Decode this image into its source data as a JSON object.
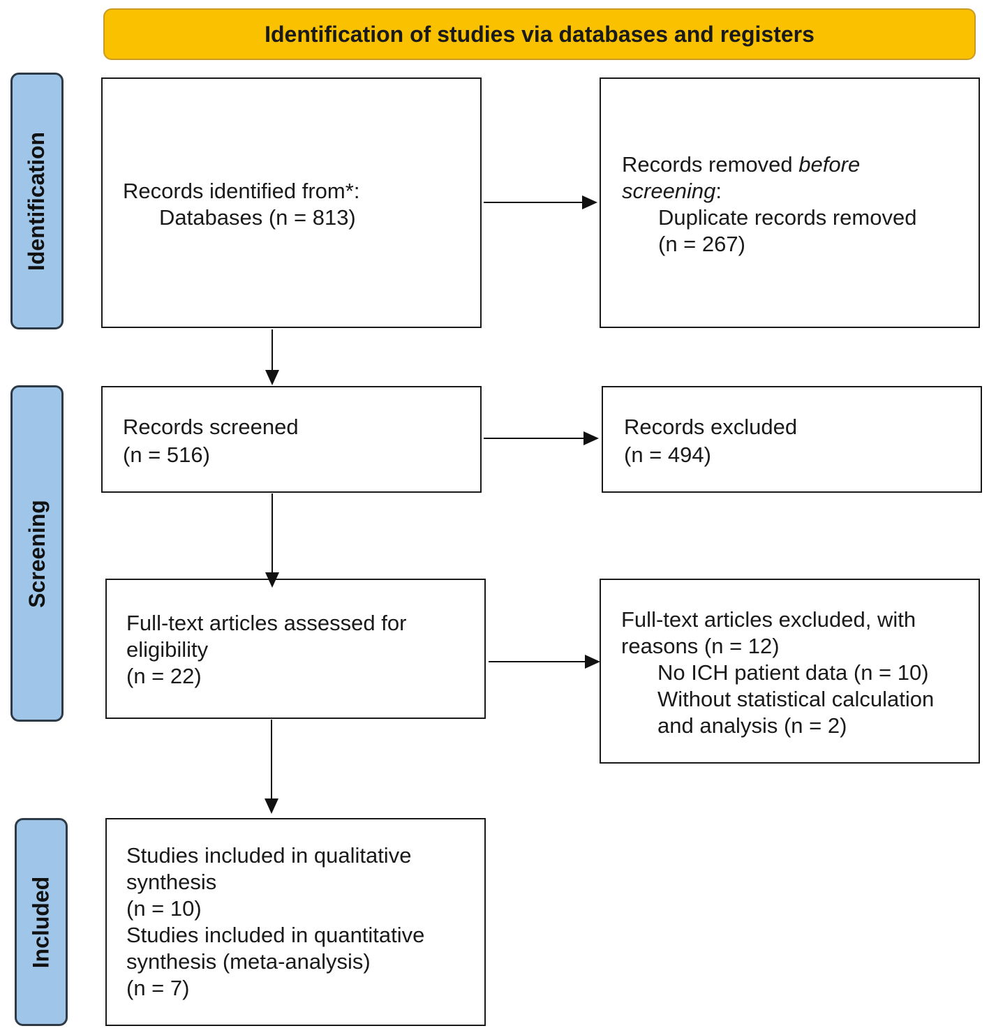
{
  "header": {
    "title": "Identification of studies via databases and registers",
    "color": "#f9c100"
  },
  "stages": {
    "identification": "Identification",
    "screening": "Screening",
    "included": "Included",
    "color": "#9fc6e8"
  },
  "boxes": {
    "identified": {
      "line1": "Records identified from*:",
      "line2": "Databases (n = 813)"
    },
    "removed": {
      "line1_prefix": "Records removed ",
      "line1_italic": "before",
      "line2_italic": "screening",
      "line2_suffix": ":",
      "line3": "Duplicate records removed",
      "line4": "(n = 267)"
    },
    "screened": {
      "line1": "Records screened",
      "line2": "(n = 516)"
    },
    "excluded": {
      "line1": "Records excluded",
      "line2": "(n = 494)"
    },
    "fulltext": {
      "line1": "Full-text articles assessed for",
      "line2": "eligibility",
      "line3": "(n = 22)"
    },
    "fulltext_excluded": {
      "line1": "Full-text articles excluded, with",
      "line2": "reasons (n = 12)",
      "line3": "No ICH patient data (n = 10)",
      "line4": "Without statistical calculation",
      "line5": "and analysis (n = 2)"
    },
    "included": {
      "line1": "Studies included in qualitative",
      "line2": "synthesis",
      "line3": "(n = 10)",
      "line4": "Studies included in quantitative",
      "line5": "synthesis (meta-analysis)",
      "line6": "(n = 7)"
    }
  }
}
